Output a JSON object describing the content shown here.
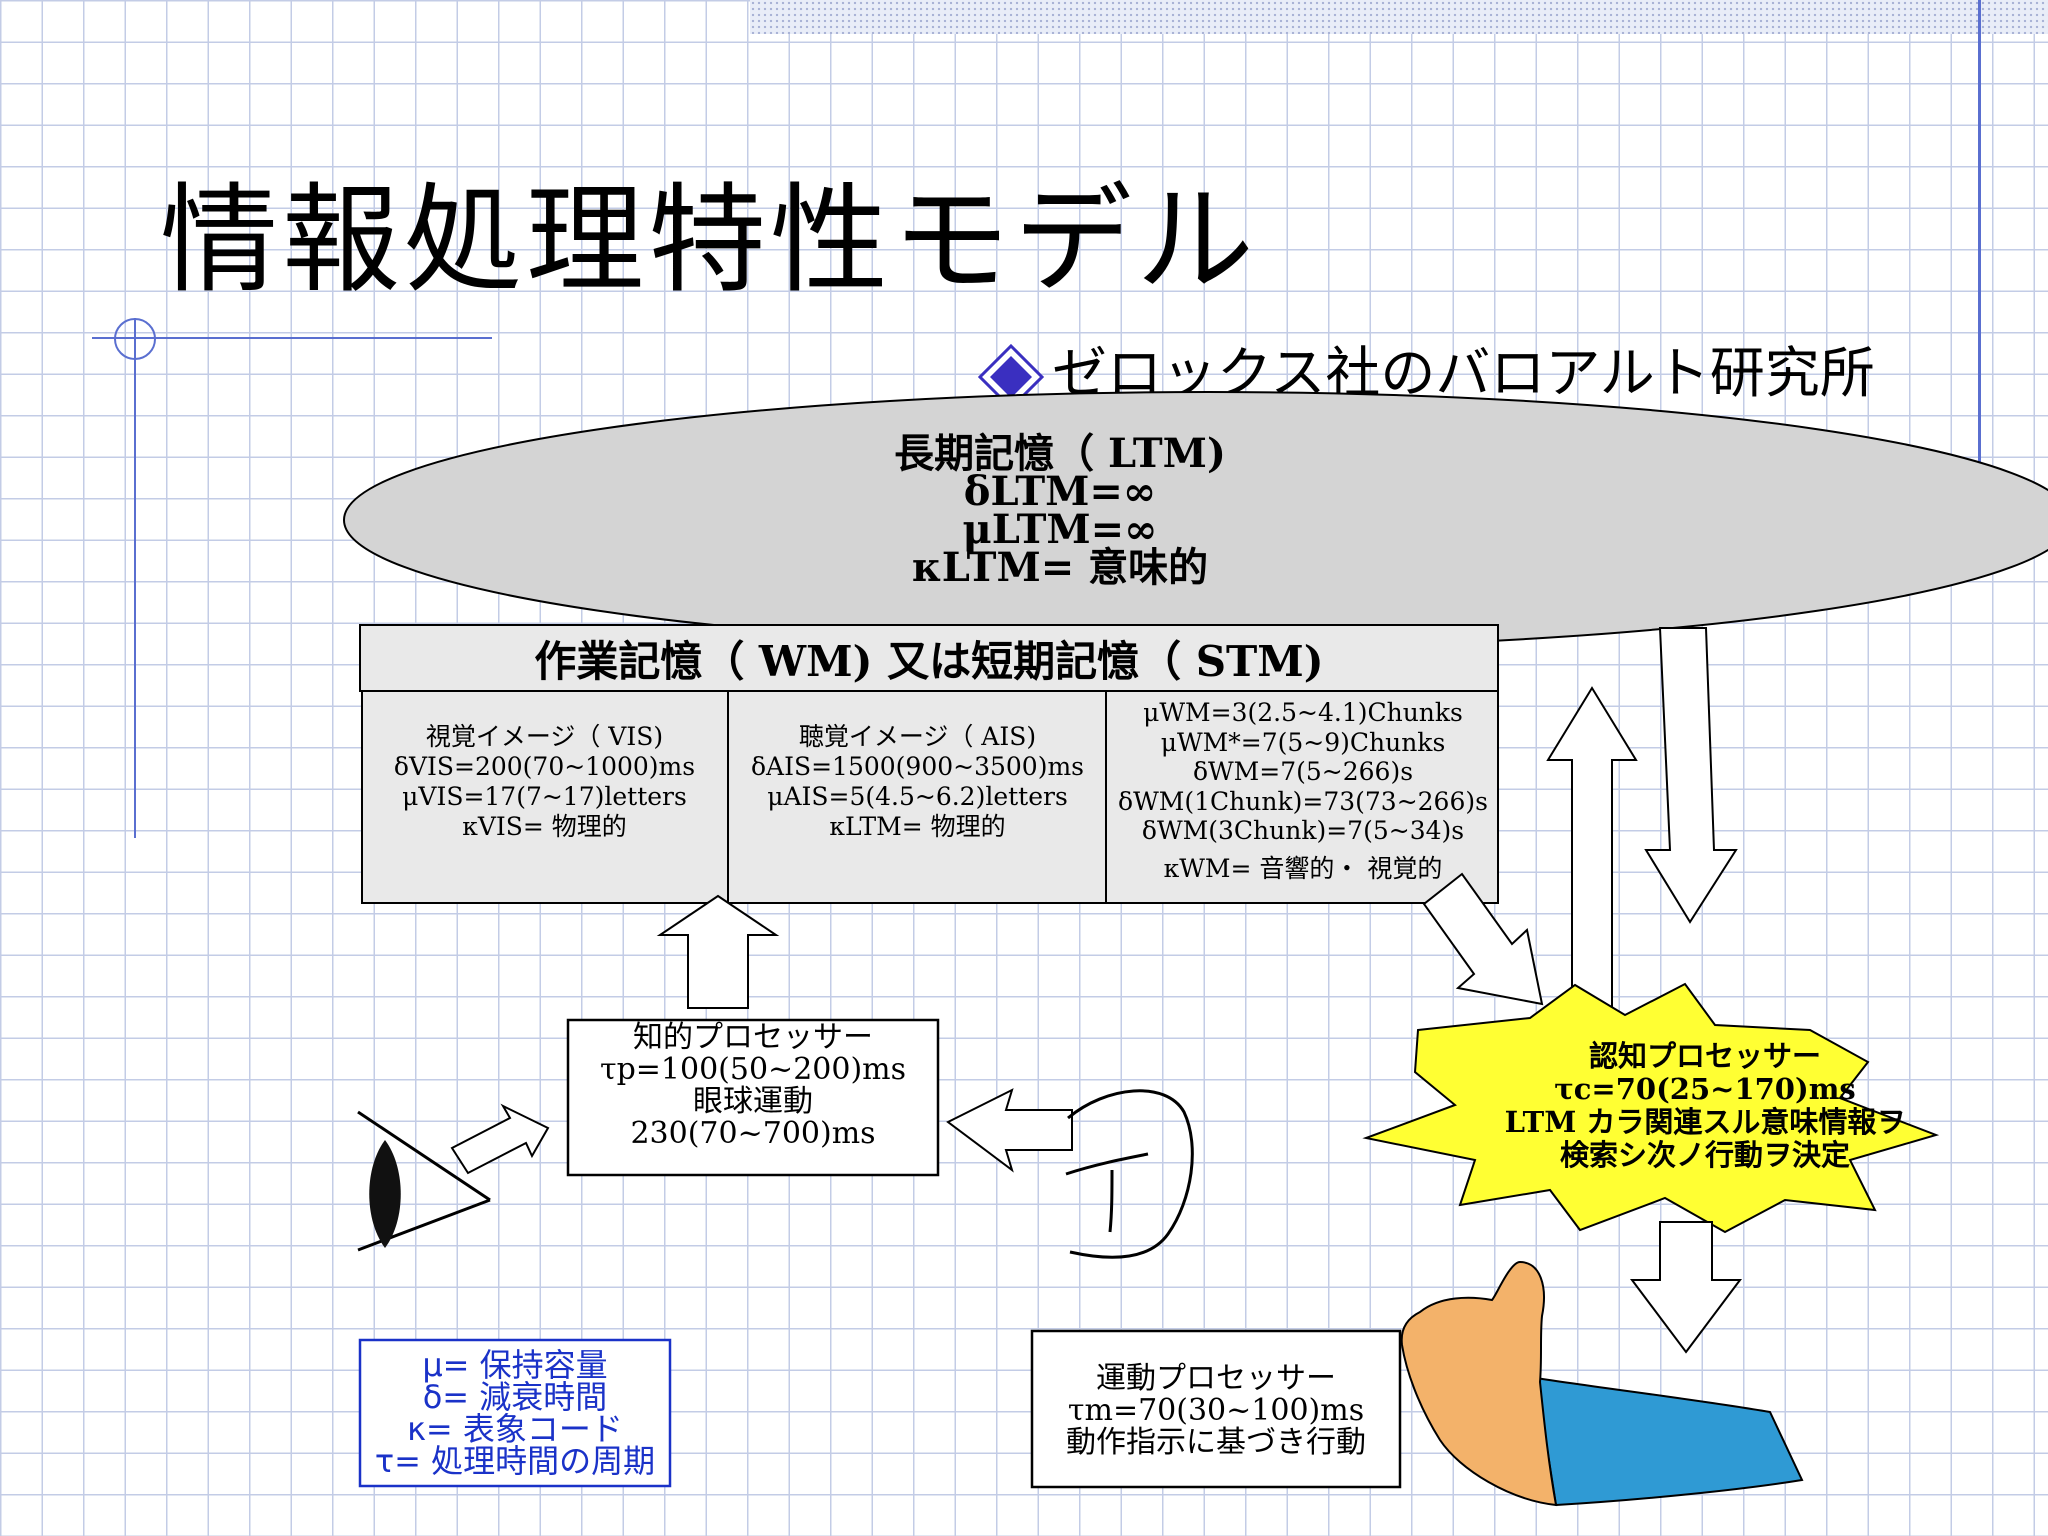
{
  "title": "情報処理特性モデル",
  "subtitle": "ゼロックス社のバロアルト研究所",
  "ltm": {
    "lines": [
      "長期記憶（ LTM)",
      "δLTM=∞",
      "μLTM=∞",
      "κLTM= 意味的"
    ]
  },
  "working_memory": {
    "header": "作業記憶（ WM) 又は短期記憶（ STM)",
    "visual": [
      "視覚イメージ（ VIS)",
      "δVIS=200(70~1000)ms",
      "μVIS=17(7~17)letters",
      "κVIS= 物理的"
    ],
    "auditory": [
      "聴覚イメージ（ AIS)",
      "δAIS=1500(900~3500)ms",
      "μAIS=5(4.5~6.2)letters",
      "κLTM= 物理的"
    ],
    "wm_params": [
      "μWM=3(2.5~4.1)Chunks",
      "μWM*=7(5~9)Chunks",
      "δWM=7(5~266)s",
      "δWM(1Chunk)=73(73~266)s",
      "δWM(3Chunk)=7(5~34)s",
      "κWM= 音響的・ 視覚的"
    ]
  },
  "perceptual": [
    "知的プロセッサー",
    "τp=100(50~200)ms",
    "眼球運動",
    "230(70~700)ms"
  ],
  "cognitive": [
    "認知プロセッサー",
    "τc=70(25~170)ms",
    "LTM カラ関連スル意味情報ヲ",
    "検索シ次ノ行動ヲ決定"
  ],
  "motor": [
    "運動プロセッサー",
    "τm=70(30~100)ms",
    "動作指示に基づき行動"
  ],
  "legend": [
    "μ= 保持容量",
    "δ= 減衰時間",
    "κ= 表象コード",
    "τ= 処理時間の周期"
  ],
  "colors": {
    "ellipse": "#d4d4d4",
    "wm_box": "#e9e9e9",
    "burst": "#ffff33",
    "legend": "#1a32c8",
    "grid": "#c3cce6",
    "bullet": "#3a2fc0",
    "sleeve": "#2f9ad4",
    "hand": "#f3b26a"
  }
}
